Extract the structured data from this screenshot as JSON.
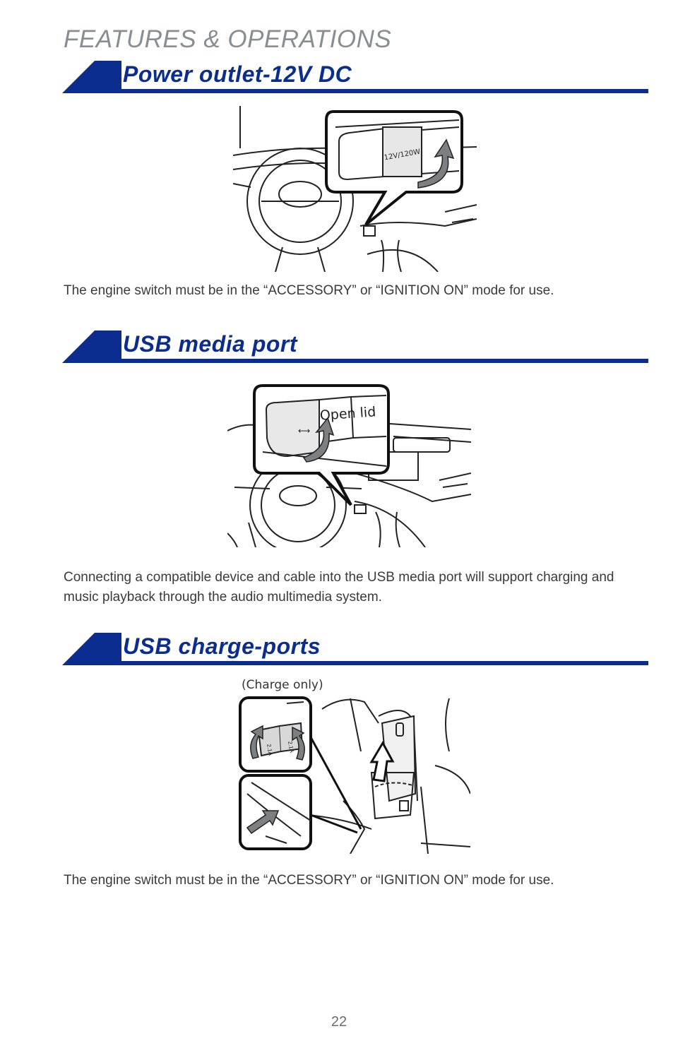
{
  "header": {
    "title": "FEATURES & OPERATIONS"
  },
  "sections": [
    {
      "title": "Power outlet-12V DC",
      "figure": {
        "callout_text": "12V/120W"
      },
      "caption": "The engine switch must be in the “ACCESSORY” or “IGNITION ON” mode for use."
    },
    {
      "title": "USB media port",
      "figure": {
        "callout_text": "Open lid"
      },
      "caption": "Connecting a compatible device and cable into the USB media port will support charging and music playback through the audio multimedia system."
    },
    {
      "title": "USB charge-ports",
      "figure": {
        "label": "(Charge only)",
        "port_label_1": "2.1A",
        "port_label_2": "2.1A"
      },
      "caption": "The engine switch must be in the “ACCESSORY” or “IGNITION ON” mode for use."
    }
  ],
  "footer": {
    "page_number": "22"
  },
  "colors": {
    "accent": "#0a2d8f",
    "header_gray": "#8a8d91",
    "arrow_gray": "#7d7f82"
  }
}
